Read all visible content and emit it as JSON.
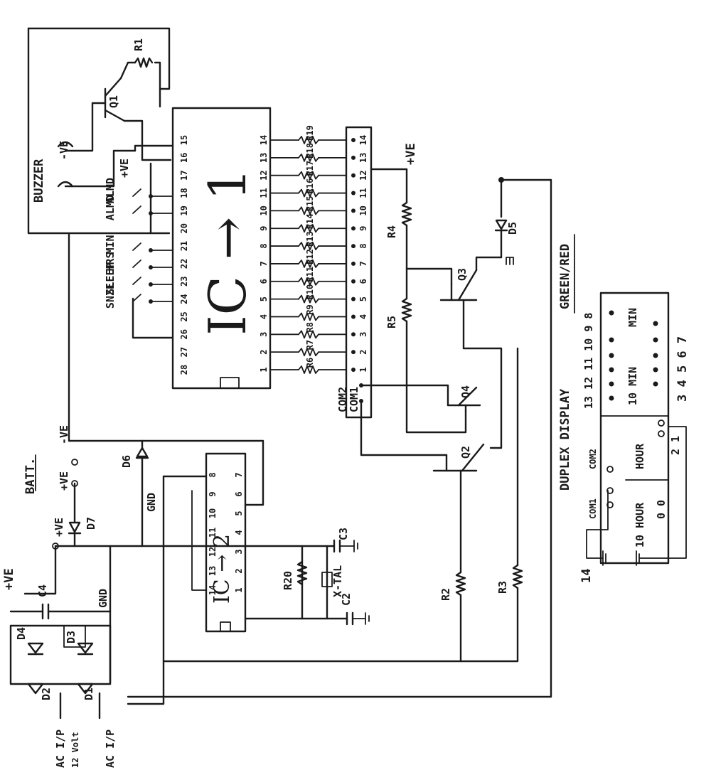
{
  "ic1": {
    "label": "IC → 1",
    "pins_bottom": [
      "1",
      "2",
      "3",
      "4",
      "5",
      "6",
      "7",
      "8",
      "9",
      "10",
      "11",
      "12",
      "13",
      "14"
    ],
    "pins_top": [
      "28",
      "27",
      "26",
      "25",
      "24",
      "23",
      "22",
      "21",
      "20",
      "19",
      "18",
      "17",
      "16",
      "15"
    ]
  },
  "ic2": {
    "label": "IC → 2",
    "pins_bottom": [
      "1",
      "2",
      "3",
      "4",
      "5",
      "6",
      "7"
    ],
    "pins_top": [
      "14",
      "13",
      "12",
      "11",
      "10",
      "9",
      "8"
    ]
  },
  "resistors_top": [
    "R19",
    "R18",
    "R17",
    "R16",
    "R15",
    "R14",
    "R13",
    "R12",
    "R11",
    "R10",
    "R9",
    "R8",
    "R7",
    "R6"
  ],
  "connector": {
    "pins": [
      "14",
      "13",
      "12",
      "11",
      "10",
      "9",
      "8",
      "7",
      "6",
      "5",
      "4",
      "3",
      "2",
      "1"
    ],
    "com1": "COM1",
    "com2": "COM2"
  },
  "buzzer": {
    "label": "BUZZER",
    "neg": "-VE",
    "pos": "+VE"
  },
  "q1": {
    "label": "Q1",
    "r1": "R1"
  },
  "switches": [
    "ALMD",
    "ALMD",
    "MIN",
    "HRS",
    "SLEEP",
    "SNZE"
  ],
  "right": {
    "plus_ve": "+VE",
    "r4": "R4",
    "r5": "R5",
    "q3": "Q3",
    "q4": "Q4",
    "d5": "D5",
    "q2": "Q2",
    "r2": "R2",
    "r3": "R3"
  },
  "batt": {
    "label": "BATT.",
    "pos": "+VE",
    "neg": "-VE",
    "plus": "+VE",
    "d6": "D6",
    "d7": "D7"
  },
  "psu": {
    "plus_ve": "+VE",
    "c4": "C4",
    "gnd": "GND",
    "d1": "D1",
    "d2": "D2",
    "d3": "D3",
    "d4": "D4",
    "ac_left": "AC I/P",
    "mid": "12 Volt",
    "ac_right": "AC I/P"
  },
  "osc": {
    "gnd": "GND",
    "c3": "C3",
    "r20": "R20",
    "xtal": "X-TAL",
    "c2": "C2"
  },
  "display": {
    "title": "DUPLEX  DISPLAY",
    "color": "GREEN/RED",
    "top_pins": "13 12 11 10 9 8",
    "min": "MIN",
    "ten_min": "10 MIN",
    "hour": "HOUR",
    "ten_hour": "10 HOUR",
    "com1": "COM1",
    "com2": "COM2",
    "right_pins": "3 4 5 6 7",
    "pins_21": "2 1",
    "pin14": "14",
    "dots": "0 0"
  }
}
